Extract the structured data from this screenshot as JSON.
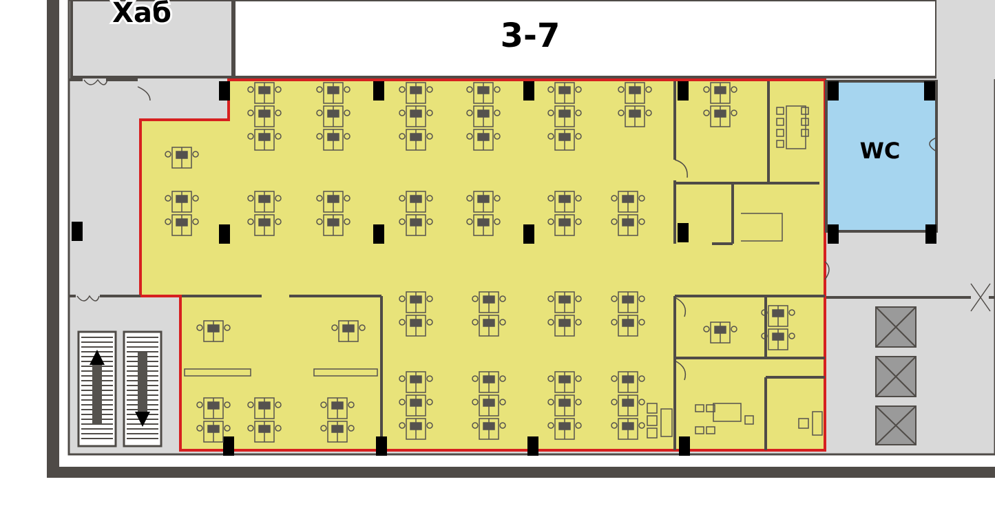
{
  "hub": {
    "label": "Хаб"
  },
  "office": {
    "label": "3-7",
    "highlight_fill": "#e8e37a",
    "outline_color": "#d62020"
  },
  "wc": {
    "label": "WC",
    "fill": "#a6d5ef"
  },
  "colors": {
    "wall": "#4f4b47",
    "floor": "#d9d9d9",
    "furniture": "#55524e",
    "column": "#000000",
    "elevator": "#9a9a9a"
  },
  "icons": [
    "escalator-up-icon",
    "escalator-down-icon",
    "elevator-icon",
    "door-icon",
    "desk-cluster-icon"
  ]
}
